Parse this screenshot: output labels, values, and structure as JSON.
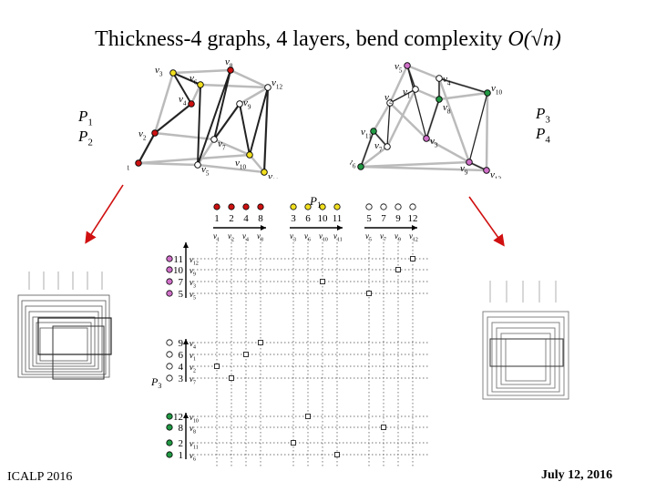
{
  "slide": {
    "title_main": "Thickness-4 graphs, 4 layers, bend complexity ",
    "title_accent": "O(√n)",
    "footer_left": "ICALP 2016",
    "footer_right": "July 12, 2016",
    "accent_color": "#8b0000"
  },
  "paths": {
    "p1": "P",
    "p1_sub": "1",
    "p2": "P",
    "p2_sub": "2",
    "p3": "P",
    "p3_sub": "3",
    "p4": "P",
    "p4_sub": "4"
  },
  "left_graph": {
    "vertices": [
      {
        "label": "v",
        "sub": "1",
        "color": "#cc1111"
      },
      {
        "label": "v",
        "sub": "2",
        "color": "#cc1111"
      },
      {
        "label": "v",
        "sub": "3",
        "color": "#f2e020"
      },
      {
        "label": "v",
        "sub": "4",
        "color": "#cc1111"
      },
      {
        "label": "v",
        "sub": "5",
        "color": "#ffffff"
      },
      {
        "label": "v",
        "sub": "6",
        "color": "#f2e020"
      },
      {
        "label": "v",
        "sub": "7",
        "color": "#ffffff"
      },
      {
        "label": "v",
        "sub": "8",
        "color": "#cc1111"
      },
      {
        "label": "v",
        "sub": "9",
        "color": "#ffffff"
      },
      {
        "label": "v",
        "sub": "10",
        "color": "#f2e020"
      },
      {
        "label": "v",
        "sub": "11",
        "color": "#f2e020"
      },
      {
        "label": "v",
        "sub": "12",
        "color": "#ffffff"
      }
    ]
  },
  "right_graph": {
    "vertices": [
      {
        "label": "v",
        "sub": "5",
        "color": "#d070c8"
      },
      {
        "label": "v",
        "sub": "4",
        "color": "#ffffff"
      },
      {
        "label": "v",
        "sub": "1",
        "color": "#ffffff"
      },
      {
        "label": "v",
        "sub": "10",
        "color": "#229944"
      },
      {
        "label": "v",
        "sub": "2",
        "color": "#ffffff"
      },
      {
        "label": "v",
        "sub": "8",
        "color": "#229944"
      },
      {
        "label": "v",
        "sub": "11",
        "color": "#229944"
      },
      {
        "label": "v",
        "sub": "3",
        "color": "#d070c8"
      },
      {
        "label": "v",
        "sub": "7",
        "color": "#ffffff"
      },
      {
        "label": "v",
        "sub": "6",
        "color": "#229944"
      },
      {
        "label": "v",
        "sub": "9",
        "color": "#d070c8"
      },
      {
        "label": "v",
        "sub": "12",
        "color": "#d070c8"
      }
    ]
  },
  "grid": {
    "top_label": "P",
    "top_label_sub": "1",
    "left_label": "P",
    "left_label_sub": "3",
    "top_groups": [
      {
        "color": "#cc1111",
        "numbers": [
          "1",
          "2",
          "4",
          "8"
        ],
        "verts": [
          [
            "v",
            "1"
          ],
          [
            "v",
            "2"
          ],
          [
            "v",
            "4"
          ],
          [
            "v",
            "8"
          ]
        ]
      },
      {
        "color": "#f2e020",
        "numbers": [
          "3",
          "6",
          "10",
          "11"
        ],
        "verts": [
          [
            "v",
            "3"
          ],
          [
            "v",
            "6"
          ],
          [
            "v",
            "10"
          ],
          [
            "v",
            "11"
          ]
        ]
      },
      {
        "color": "#ffffff",
        "numbers": [
          "5",
          "7",
          "9",
          "12"
        ],
        "verts": [
          [
            "v",
            "5"
          ],
          [
            "v",
            "7"
          ],
          [
            "v",
            "9"
          ],
          [
            "v",
            "12"
          ]
        ]
      }
    ],
    "left_groups": [
      {
        "color": "#d070c8",
        "numbers": [
          "11",
          "10",
          "7",
          "5"
        ],
        "verts": [
          [
            "v",
            "12"
          ],
          [
            "v",
            "9"
          ],
          [
            "v",
            "3"
          ],
          [
            "v",
            "5"
          ]
        ]
      },
      {
        "color": "#ffffff",
        "numbers": [
          "9",
          "6",
          "4",
          "3"
        ],
        "verts": [
          [
            "v",
            "4"
          ],
          [
            "v",
            "1"
          ],
          [
            "v",
            "2"
          ],
          [
            "v",
            "7"
          ]
        ]
      },
      {
        "color": "#229944",
        "numbers": [
          "12",
          "8",
          "2",
          "1"
        ],
        "verts": [
          [
            "v",
            "10"
          ],
          [
            "v",
            "8"
          ],
          [
            "v",
            "11"
          ],
          [
            "v",
            "6"
          ]
        ]
      }
    ]
  }
}
